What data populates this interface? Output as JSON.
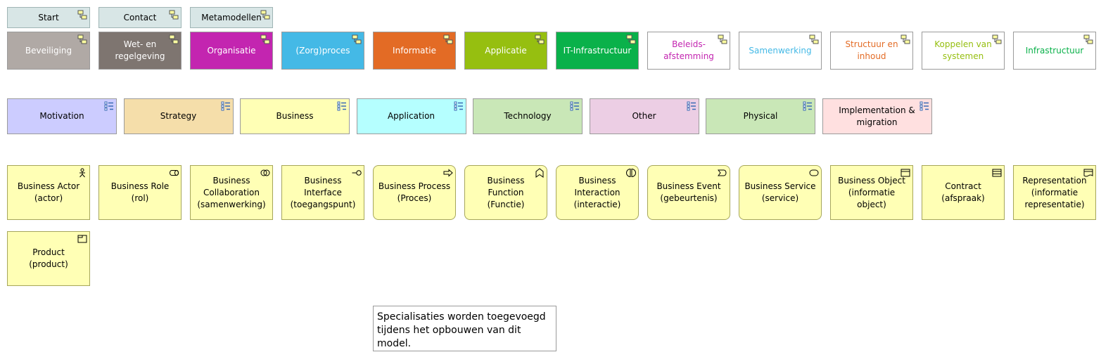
{
  "nav": [
    {
      "label": "Start"
    },
    {
      "label": "Contact"
    },
    {
      "label": "Metamodellen"
    }
  ],
  "domains": [
    {
      "label": "Beveiliging",
      "bg": "#b0a9a5",
      "fg": "#ffffff"
    },
    {
      "label": "Wet- en regelgeving",
      "bg": "#7e7570",
      "fg": "#ffffff"
    },
    {
      "label": "Organisatie",
      "bg": "#c325b0",
      "fg": "#ffffff"
    },
    {
      "label": "(Zorg)proces",
      "bg": "#44b9e6",
      "fg": "#ffffff"
    },
    {
      "label": "Informatie",
      "bg": "#e36b25",
      "fg": "#ffffff"
    },
    {
      "label": "Applicatie",
      "bg": "#96bf10",
      "fg": "#ffffff"
    },
    {
      "label": "IT-Infrastructuur",
      "bg": "#0ab14a",
      "fg": "#ffffff"
    },
    {
      "label": "Beleids-afstemming",
      "bg": "#ffffff",
      "fg": "#c325b0"
    },
    {
      "label": "Samenwerking",
      "bg": "#ffffff",
      "fg": "#44b9e6"
    },
    {
      "label": "Structuur en inhoud",
      "bg": "#ffffff",
      "fg": "#e36b25"
    },
    {
      "label": "Koppelen van systemen",
      "bg": "#ffffff",
      "fg": "#96bf10"
    },
    {
      "label": "Infrastructuur",
      "bg": "#ffffff",
      "fg": "#0ab14a"
    }
  ],
  "viewpoints": [
    {
      "label": "Motivation",
      "bg": "#ccccff"
    },
    {
      "label": "Strategy",
      "bg": "#f5deaa"
    },
    {
      "label": "Business",
      "bg": "#ffffb5"
    },
    {
      "label": "Application",
      "bg": "#b5ffff"
    },
    {
      "label": "Technology",
      "bg": "#c9e7b7"
    },
    {
      "label": "Other",
      "bg": "#eccee4"
    },
    {
      "label": "Physical",
      "bg": "#c9e7b7"
    },
    {
      "label": "Implementation & migration",
      "bg": "#ffe0e0"
    }
  ],
  "elements": [
    {
      "label": "Business Actor (actor)",
      "icon": "actor-icon"
    },
    {
      "label": "Business Role (rol)",
      "icon": "role-icon"
    },
    {
      "label": "Business Collaboration (samenwerking)",
      "icon": "collaboration-icon"
    },
    {
      "label": "Business Interface (toegangspunt)",
      "icon": "interface-icon"
    },
    {
      "label": "Business Process (Proces)",
      "icon": "process-icon"
    },
    {
      "label": "Business Function (Functie)",
      "icon": "function-icon"
    },
    {
      "label": "Business Interaction (interactie)",
      "icon": "interaction-icon"
    },
    {
      "label": "Business Event (gebeurtenis)",
      "icon": "event-icon"
    },
    {
      "label": "Business Service (service)",
      "icon": "service-icon"
    },
    {
      "label": "Business Object (informatie object)",
      "icon": "object-icon"
    },
    {
      "label": "Contract (afspraak)",
      "icon": "contract-icon"
    },
    {
      "label": "Representation (informatie representatie)",
      "icon": "representation-icon"
    },
    {
      "label": "Product (product)",
      "icon": "product-icon"
    }
  ],
  "note": {
    "text": "Specialisaties worden toegevoegd tijdens het opbouwen van dit model."
  },
  "colors": {
    "element_fill": "#ffffb5",
    "element_border": "#a6a65a",
    "nav_fill": "#d8e6e6"
  }
}
